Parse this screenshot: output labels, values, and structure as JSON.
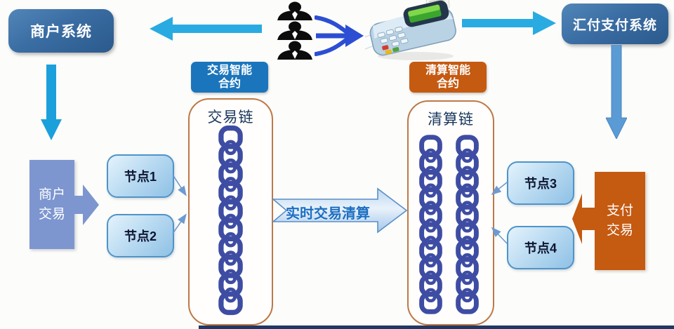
{
  "systems": {
    "merchant": {
      "label": "商户系统"
    },
    "huifu": {
      "label": "汇付支付系统"
    }
  },
  "contracts": {
    "transaction": {
      "label": "交易智能合约"
    },
    "clearing": {
      "label": "清算智能合约"
    }
  },
  "chains": {
    "transaction": {
      "title": "交易链",
      "links": 10,
      "strands": 1
    },
    "clearing": {
      "title": "清算链",
      "links": 10,
      "strands": 2
    }
  },
  "sides": {
    "merchant_tx": {
      "label": "商户交易"
    },
    "payment_tx": {
      "label": "支付交易"
    }
  },
  "nodes": [
    {
      "label": "节点1"
    },
    {
      "label": "节点2"
    },
    {
      "label": "节点3"
    },
    {
      "label": "节点4"
    }
  ],
  "flow": {
    "label": "实时交易清算"
  },
  "colors": {
    "cyan_arrow": "#29abe2",
    "steel_arrow": "#5b9bd5",
    "system_box": "#3a6da3",
    "tx_label_bg": "#1b75bc",
    "clearing_label_bg": "#c55a11",
    "container_border": "#bd7847",
    "chain": "#3e4da3",
    "node_border": "#4f94c9",
    "merchant_tx_bg": "#7d96d0",
    "payment_tx_bg": "#c55a11",
    "flow_text": "#1b6ec2",
    "converge_arrow": "#2b4ed2",
    "bottom_bar": "#1f3864"
  }
}
